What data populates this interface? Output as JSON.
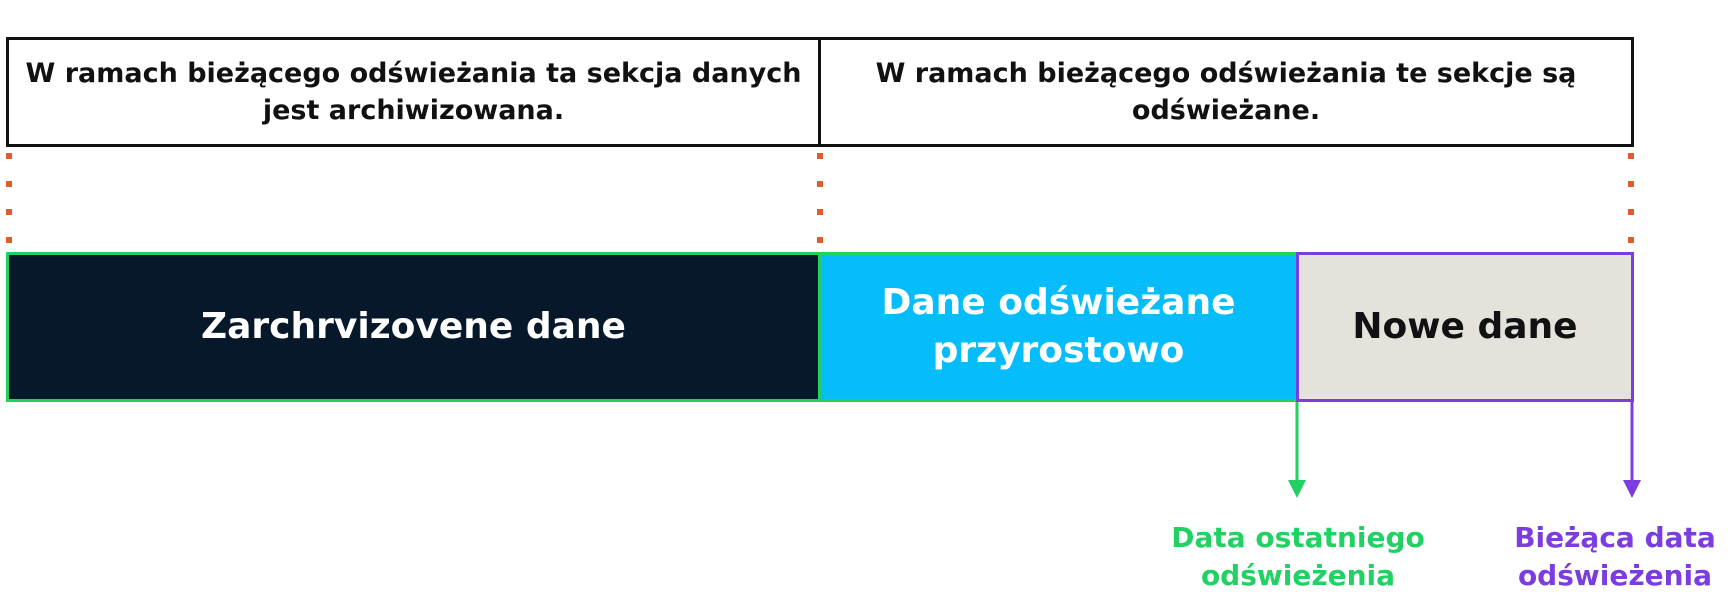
{
  "header": {
    "left_text": "W ramach bieżącego odświeżania ta sekcja danych jest archiwizowana.",
    "right_text": "W ramach bieżącego odświeżania te sekcje są odświeżane."
  },
  "bar": {
    "archived_label": "Zarchrvizovene dane",
    "incremental_label": "Dane odświeżane przyrostowo",
    "new_label": "Nowe dane"
  },
  "markers": {
    "last_refresh_label": "Data ostatniego odświeżenia",
    "current_refresh_label": "Bieżąca data odświeżenia"
  },
  "colors": {
    "archived_fill": "#07182a",
    "incremental_fill": "#05bdfb",
    "new_fill": "#e5e2dc",
    "green_accent": "#22d163",
    "purple_accent": "#7b3ce0",
    "dotted_guides": "#e35b2c"
  }
}
